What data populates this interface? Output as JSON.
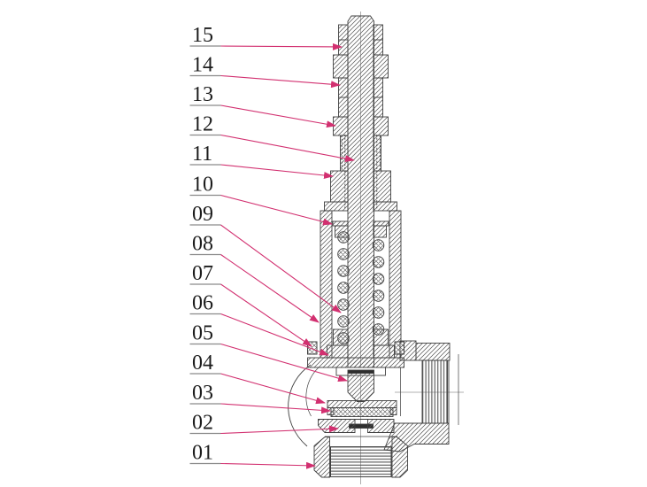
{
  "figure": {
    "kind": "valve-section-diagram"
  },
  "labels": [
    {
      "text": "15"
    },
    {
      "text": "14"
    },
    {
      "text": "13"
    },
    {
      "text": "12"
    },
    {
      "text": "11"
    },
    {
      "text": "10"
    },
    {
      "text": "09"
    },
    {
      "text": "08"
    },
    {
      "text": "07"
    },
    {
      "text": "06"
    },
    {
      "text": "05"
    },
    {
      "text": "04"
    },
    {
      "text": "03"
    },
    {
      "text": "02"
    },
    {
      "text": "01"
    }
  ],
  "colors": {
    "leader": "#d23070",
    "underline": "#8a8a8a",
    "text": "#1c1c1c",
    "line": "#3f3f3f",
    "dark": "#2e2e2e",
    "centerline": "#999999",
    "background": "#ffffff"
  }
}
